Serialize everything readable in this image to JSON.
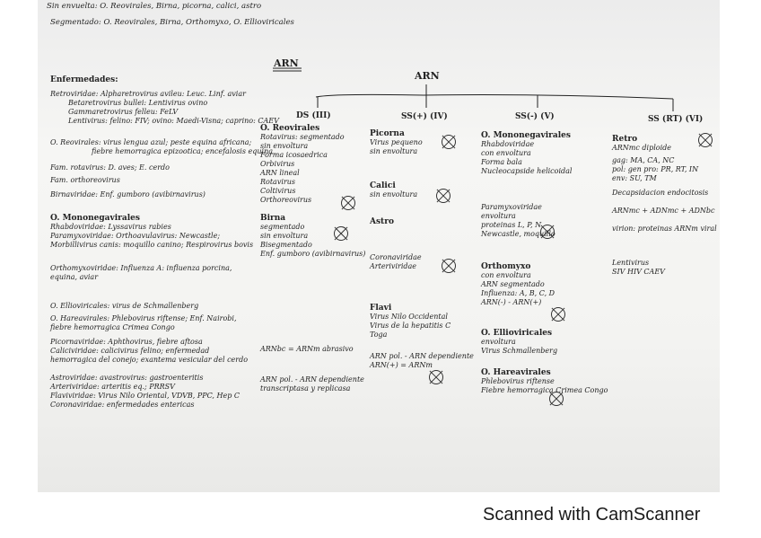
{
  "header": {
    "line1": "Sin envuelta: O. Reovirales, Birna, picorna, calici, astro",
    "line2": "Segmentado: O. Reovirales, Birna, Orthomyxo, O. Ellioviricales"
  },
  "tree": {
    "crossed": "ARN",
    "root": "ARN",
    "branches": [
      "DS (III)",
      "SS(+) (IV)",
      "SS(-) (V)",
      "SS (RT) (VI)"
    ]
  },
  "left": {
    "title": "Enfermedades:",
    "lines": [
      "Retroviridae: Alpharetrovirus avileu: Leuc. Linf. aviar",
      "Betaretrovirus bullei: Lentivirus ovino",
      "Gammaretrovirus felleu: FeLV",
      "Lentivirus: felino: FIV; ovino: Maedi-Visna; caprino: CAEV",
      "O. Reovirales: virus lengua azul; peste equina africana;",
      "fiebre hemorragica epizootica; encefalosis equina",
      "Fam. rotavirus: D. aves; E. cerdo",
      "Fam. orthoreovirus",
      "Birnaviridae: Enf. gumboro (avibirnavirus)",
      "O. Mononegavirales",
      "Rhabdoviridae: Lyssavirus rabies",
      "Paramyxoviridae: Orthoavulavirus: Newcastle; Morbillivirus canis: moquillo canino; Respirovirus bovis",
      "Orthomyxoviridae: Influenza A: influenza porcina, equina, aviar",
      "O. Ellioviricales: virus de Schmallenberg",
      "O. Hareavirales: Phlebovirus riftense; Enf. Nairobi, fiebre hemorragica Crimea Congo",
      "Picornaviridae: Aphthovirus, fiebre aftosa",
      "Caliciviridae: calicivirus felino; enfermedad hemorragica del conejo; exantema vesicular del cerdo",
      "Astroviridae: avastrovirus: gastroenteritis",
      "Arteriviridae: arteritis eq.; PRRSV",
      "Flaviviridae: Virus Nilo Oriental, VDVB, PPC, Hep C",
      "Coronaviridae: enfermedades entericas"
    ]
  },
  "col_ds": {
    "lines": [
      "O. Reovirales",
      "Rotavirus: segmentado",
      "sin envoltura",
      "Forma icosaedrica",
      "Orbivirus",
      "ARN lineal",
      "Rotavirus",
      "Coltivirus",
      "Orthoreovirus",
      "Birna",
      "segmentado",
      "sin envoltura",
      "Bisegmentado",
      "Enf. gumboro (avibirnavirus)",
      "ARNbc = ARNm abrasivo",
      "ARN pol. - ARN dependiente",
      "transcriptasa y replicasa"
    ]
  },
  "col_ssp": {
    "lines": [
      "Picorna",
      "Virus pequeno",
      "sin envoltura",
      "Calici",
      "sin envoltura",
      "Astro",
      "Coronaviridae",
      "Arteriviridae",
      "Flavi",
      "Virus Nilo Occidental",
      "Virus de la hepatitis C",
      "Toga",
      "ARN pol. - ARN dependiente",
      "ARN(+) = ARNm"
    ]
  },
  "col_ssn": {
    "lines": [
      "O. Mononegavirales",
      "Rhabdoviridae",
      "con envoltura",
      "Forma bala",
      "Nucleocapside helicoidal",
      "Paramyxoviridae",
      "envoltura",
      "proteinas L, P, N",
      "Newcastle, moquillo",
      "Orthomyxo",
      "con envoltura",
      "ARN segmentado",
      "Influenza: A, B, C, D",
      "ARN(-) - ARN(+)",
      "O. Ellioviricales",
      "envoltura",
      "Virus Schmallenberg",
      "O. Hareavirales",
      "Phlebovirus riftense",
      "Fiebre hemorragica Crimea Congo"
    ]
  },
  "col_rt": {
    "lines": [
      "Retro",
      "ARNmc diploide",
      "gag: MA, CA, NC",
      "pol: gen pro: PR, RT, IN",
      "env: SU, TM",
      "Decapsidacion endocitosis",
      "ARNmc + ADNmc + ADNbc",
      "virion: proteinas ARNm viral",
      "Lentivirus",
      "SIV    HIV    CAEV"
    ]
  },
  "footer": "Scanned with CamScanner"
}
